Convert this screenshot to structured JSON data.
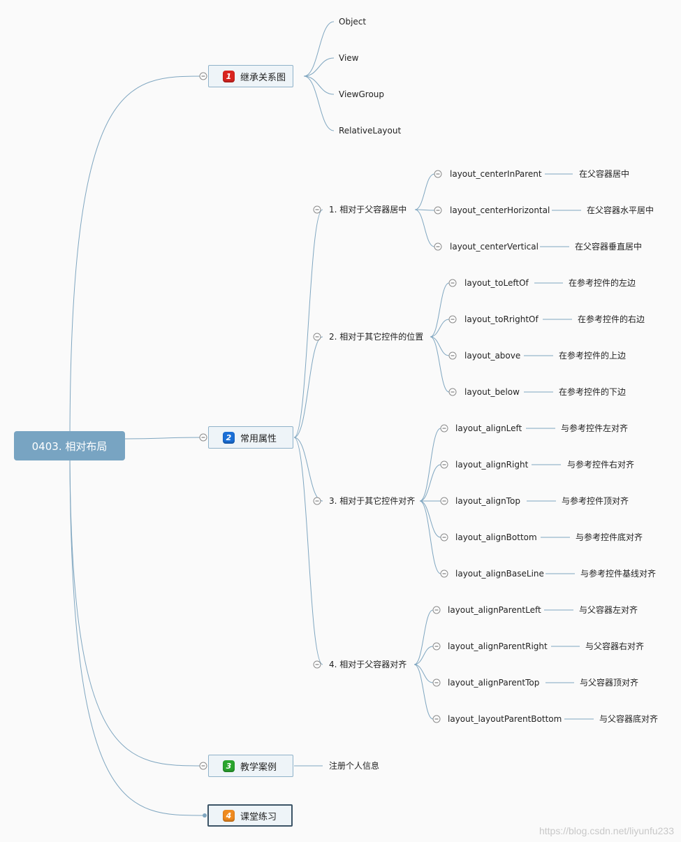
{
  "root": {
    "label": "0403. 相对布局"
  },
  "branches": [
    {
      "number": "1",
      "label": "继承关系图",
      "badge_color": "#d9241f",
      "children": [
        "Object",
        "View",
        "ViewGroup",
        "RelativeLayout"
      ]
    },
    {
      "number": "2",
      "label": "常用属性",
      "badge_color": "#1a6fd6",
      "groups": [
        {
          "label": "1. 相对于父容器居中",
          "items": [
            {
              "attr": "layout_centerInParent",
              "desc": "在父容器居中"
            },
            {
              "attr": "layout_centerHorizontal",
              "desc": "在父容器水平居中"
            },
            {
              "attr": "layout_centerVertical",
              "desc": "在父容器垂直居中"
            }
          ]
        },
        {
          "label": "2. 相对于其它控件的位置",
          "items": [
            {
              "attr": "layout_toLeftOf",
              "desc": "在参考控件的左边"
            },
            {
              "attr": "layout_toRrightOf",
              "desc": "在参考控件的右边"
            },
            {
              "attr": "layout_above",
              "desc": "在参考控件的上边"
            },
            {
              "attr": "layout_below",
              "desc": "在参考控件的下边"
            }
          ]
        },
        {
          "label": "3. 相对于其它控件对齐",
          "items": [
            {
              "attr": "layout_alignLeft",
              "desc": "与参考控件左对齐"
            },
            {
              "attr": "layout_alignRight",
              "desc": "与参考控件右对齐"
            },
            {
              "attr": "layout_alignTop",
              "desc": "与参考控件顶对齐"
            },
            {
              "attr": "layout_alignBottom",
              "desc": "与参考控件底对齐"
            },
            {
              "attr": "layout_alignBaseLine",
              "desc": "与参考控件基线对齐"
            }
          ]
        },
        {
          "label": "4. 相对于父容器对齐",
          "items": [
            {
              "attr": "layout_alignParentLeft",
              "desc": "与父容器左对齐"
            },
            {
              "attr": "layout_alignParentRight",
              "desc": "与父容器右对齐"
            },
            {
              "attr": "layout_alignParentTop",
              "desc": "与父容器顶对齐"
            },
            {
              "attr": "layout_layoutParentBottom",
              "desc": "与父容器底对齐"
            }
          ]
        }
      ]
    },
    {
      "number": "3",
      "label": "教学案例",
      "badge_color": "#2aa52e",
      "children": [
        "注册个人信息"
      ]
    },
    {
      "number": "4",
      "label": "课堂练习",
      "badge_color": "#ef8a1f"
    }
  ],
  "watermark": "https://blog.csdn.net/liyunfu233",
  "colors": {
    "line": "#7fa6c0",
    "root": "#78a4c2"
  }
}
